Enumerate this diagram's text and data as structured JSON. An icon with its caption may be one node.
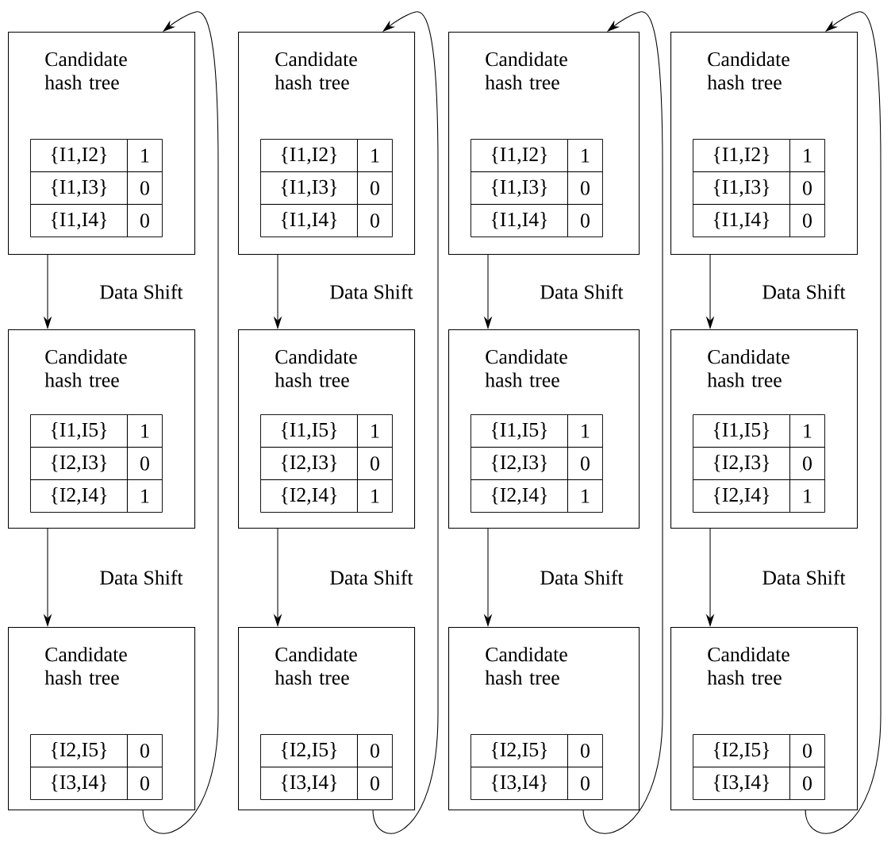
{
  "diagram": {
    "nodes": [
      {
        "text": [
          "Candidate hash tree",
          "{I1,I2}",
          "1",
          "{I1,I3}",
          "0",
          "{I1,I4}",
          "0"
        ]
      },
      {
        "text": [
          "Candidate hash tree",
          "{I1,I2}",
          "1",
          "{I1,I3}",
          "0",
          "{I1,I4}",
          "0"
        ]
      },
      {
        "text": [
          "Candidate hash tree",
          "{I1,I2}",
          "1",
          "{I1,I3}",
          "0",
          "{I1,I4}",
          "0"
        ]
      },
      {
        "text": [
          "Candidate hash tree",
          "{I1,I2}",
          "1",
          "{I1,I3}",
          "0",
          "{I1,I4}",
          "0"
        ]
      },
      {
        "text": [
          "Candidate hash tree",
          "{I1,I5}",
          "1",
          "{I2,I3}",
          "0",
          "{I2,I4}",
          "1"
        ]
      },
      {
        "text": [
          "Candidate hash tree",
          "{I1,I5}",
          "1",
          "{I2,I3}",
          "0",
          "{I2,I4}",
          "1"
        ]
      },
      {
        "text": [
          "Candidate hash tree",
          "{I1,I5}",
          "1",
          "{I2,I3}",
          "0",
          "{I2,I4}",
          "1"
        ]
      },
      {
        "text": [
          "Candidate hash tree",
          "{I1,I5}",
          "1",
          "{I2,I3}",
          "0",
          "{I2,I4}",
          "1"
        ]
      },
      {
        "text": [
          "Candidate hash tree",
          "{I2,I5}",
          "0",
          "{I3,I4}",
          "0"
        ]
      },
      {
        "text": [
          "Candidate hash tree",
          "{I2,I5}",
          "0",
          "{I3,I4}",
          "0"
        ]
      },
      {
        "text": [
          "Candidate hash tree",
          "{I2,I5}",
          "0",
          "{I3,I4}",
          "0"
        ]
      },
      {
        "text": [
          "Candidate hash tree",
          "{I2,I5}",
          "0",
          "{I3,I4}",
          "0"
        ]
      }
    ],
    "edges": [
      {
        "from": 0,
        "to": 4,
        "arrow": "to",
        "label": "Data Shift"
      },
      {
        "from": 4,
        "to": 8,
        "arrow": "to",
        "label": "Data Shift"
      },
      {
        "from": 8,
        "to": 0,
        "arrow": "to"
      },
      {
        "from": 1,
        "to": 5,
        "arrow": "to",
        "label": "Data Shift"
      },
      {
        "from": 5,
        "to": 9,
        "arrow": "to",
        "label": "Data Shift"
      },
      {
        "from": 9,
        "to": 1,
        "arrow": "to"
      },
      {
        "from": 2,
        "to": 6,
        "arrow": "to",
        "label": "Data Shift"
      },
      {
        "from": 6,
        "to": 10,
        "arrow": "to",
        "label": "Data Shift"
      },
      {
        "from": 10,
        "to": 2,
        "arrow": "to"
      },
      {
        "from": 3,
        "to": 7,
        "arrow": "to",
        "label": "Data Shift"
      },
      {
        "from": 7,
        "to": 11,
        "arrow": "to",
        "label": "Data Shift"
      },
      {
        "from": 11,
        "to": 3,
        "arrow": "to"
      }
    ]
  }
}
